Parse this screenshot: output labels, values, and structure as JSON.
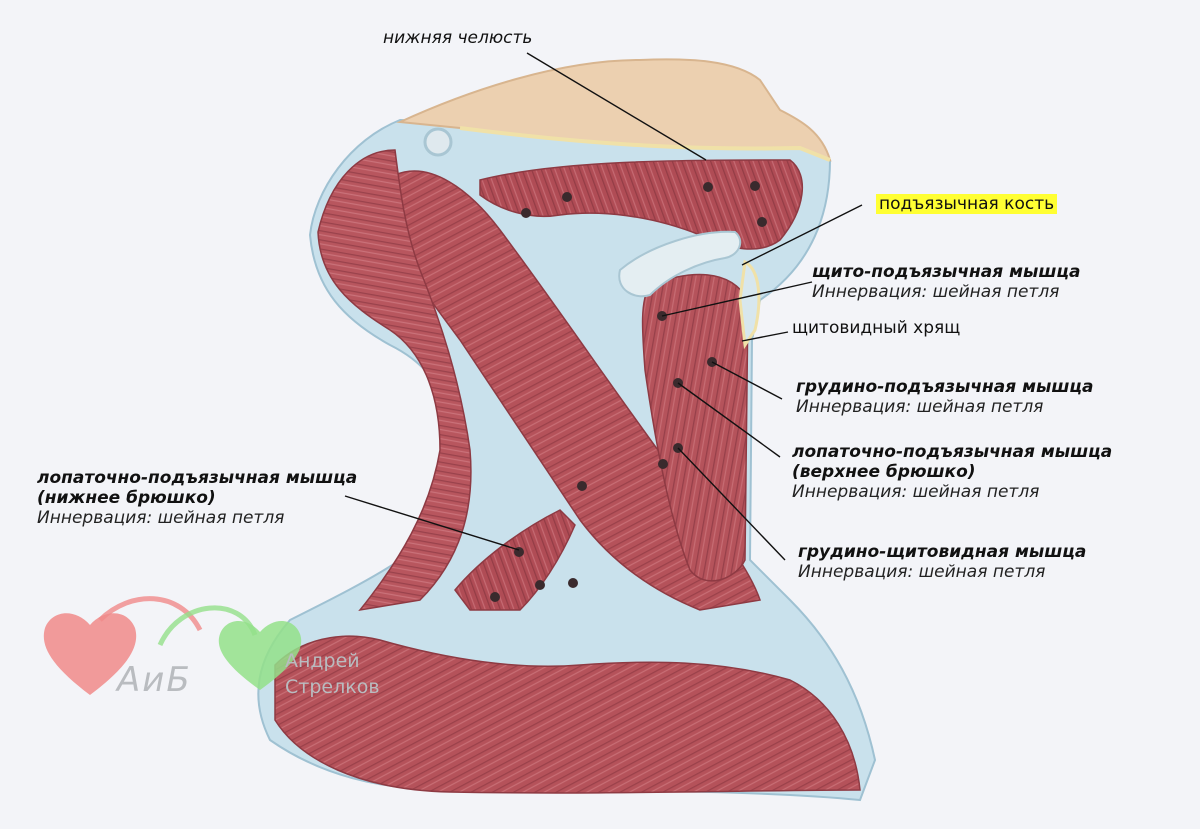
{
  "labels": {
    "mandible": "нижняя челюсть",
    "hyoid": "подъязычная кость",
    "thyrohyoid": {
      "name": "щито-подъязычная мышца",
      "innervation": "Иннервация: шейная петля"
    },
    "thyroid_cartilage": "щитовидный хрящ",
    "sternohyoid": {
      "name": "грудино-подъязычная мышца",
      "innervation": "Иннервация: шейная петля"
    },
    "omohyoid_superior": {
      "name": "лопаточно-подъязычная мышца",
      "name2": "(верхнее брюшко)",
      "innervation": "Иннервация: шейная петля"
    },
    "omohyoid_inferior": {
      "name": "лопаточно-подъязычная мышца",
      "name2": "(нижнее брюшко)",
      "innervation": "Иннервация: шейная петля"
    },
    "sternothyroid": {
      "name": "грудино-щитовидная мышца",
      "innervation": "Иннервация: шейная петля"
    }
  },
  "logo": {
    "text": "АиБ",
    "author_line1": "Андрей",
    "author_line2": "Стрелков"
  },
  "colors": {
    "muscle": "#b5525a",
    "muscle_dark": "#8e3a43",
    "fascia": "#c9e1ec",
    "jaw": "#ecd0b0",
    "highlight": "#ffff33",
    "logo_red": "#f08a8a",
    "logo_green": "#93e08a"
  }
}
